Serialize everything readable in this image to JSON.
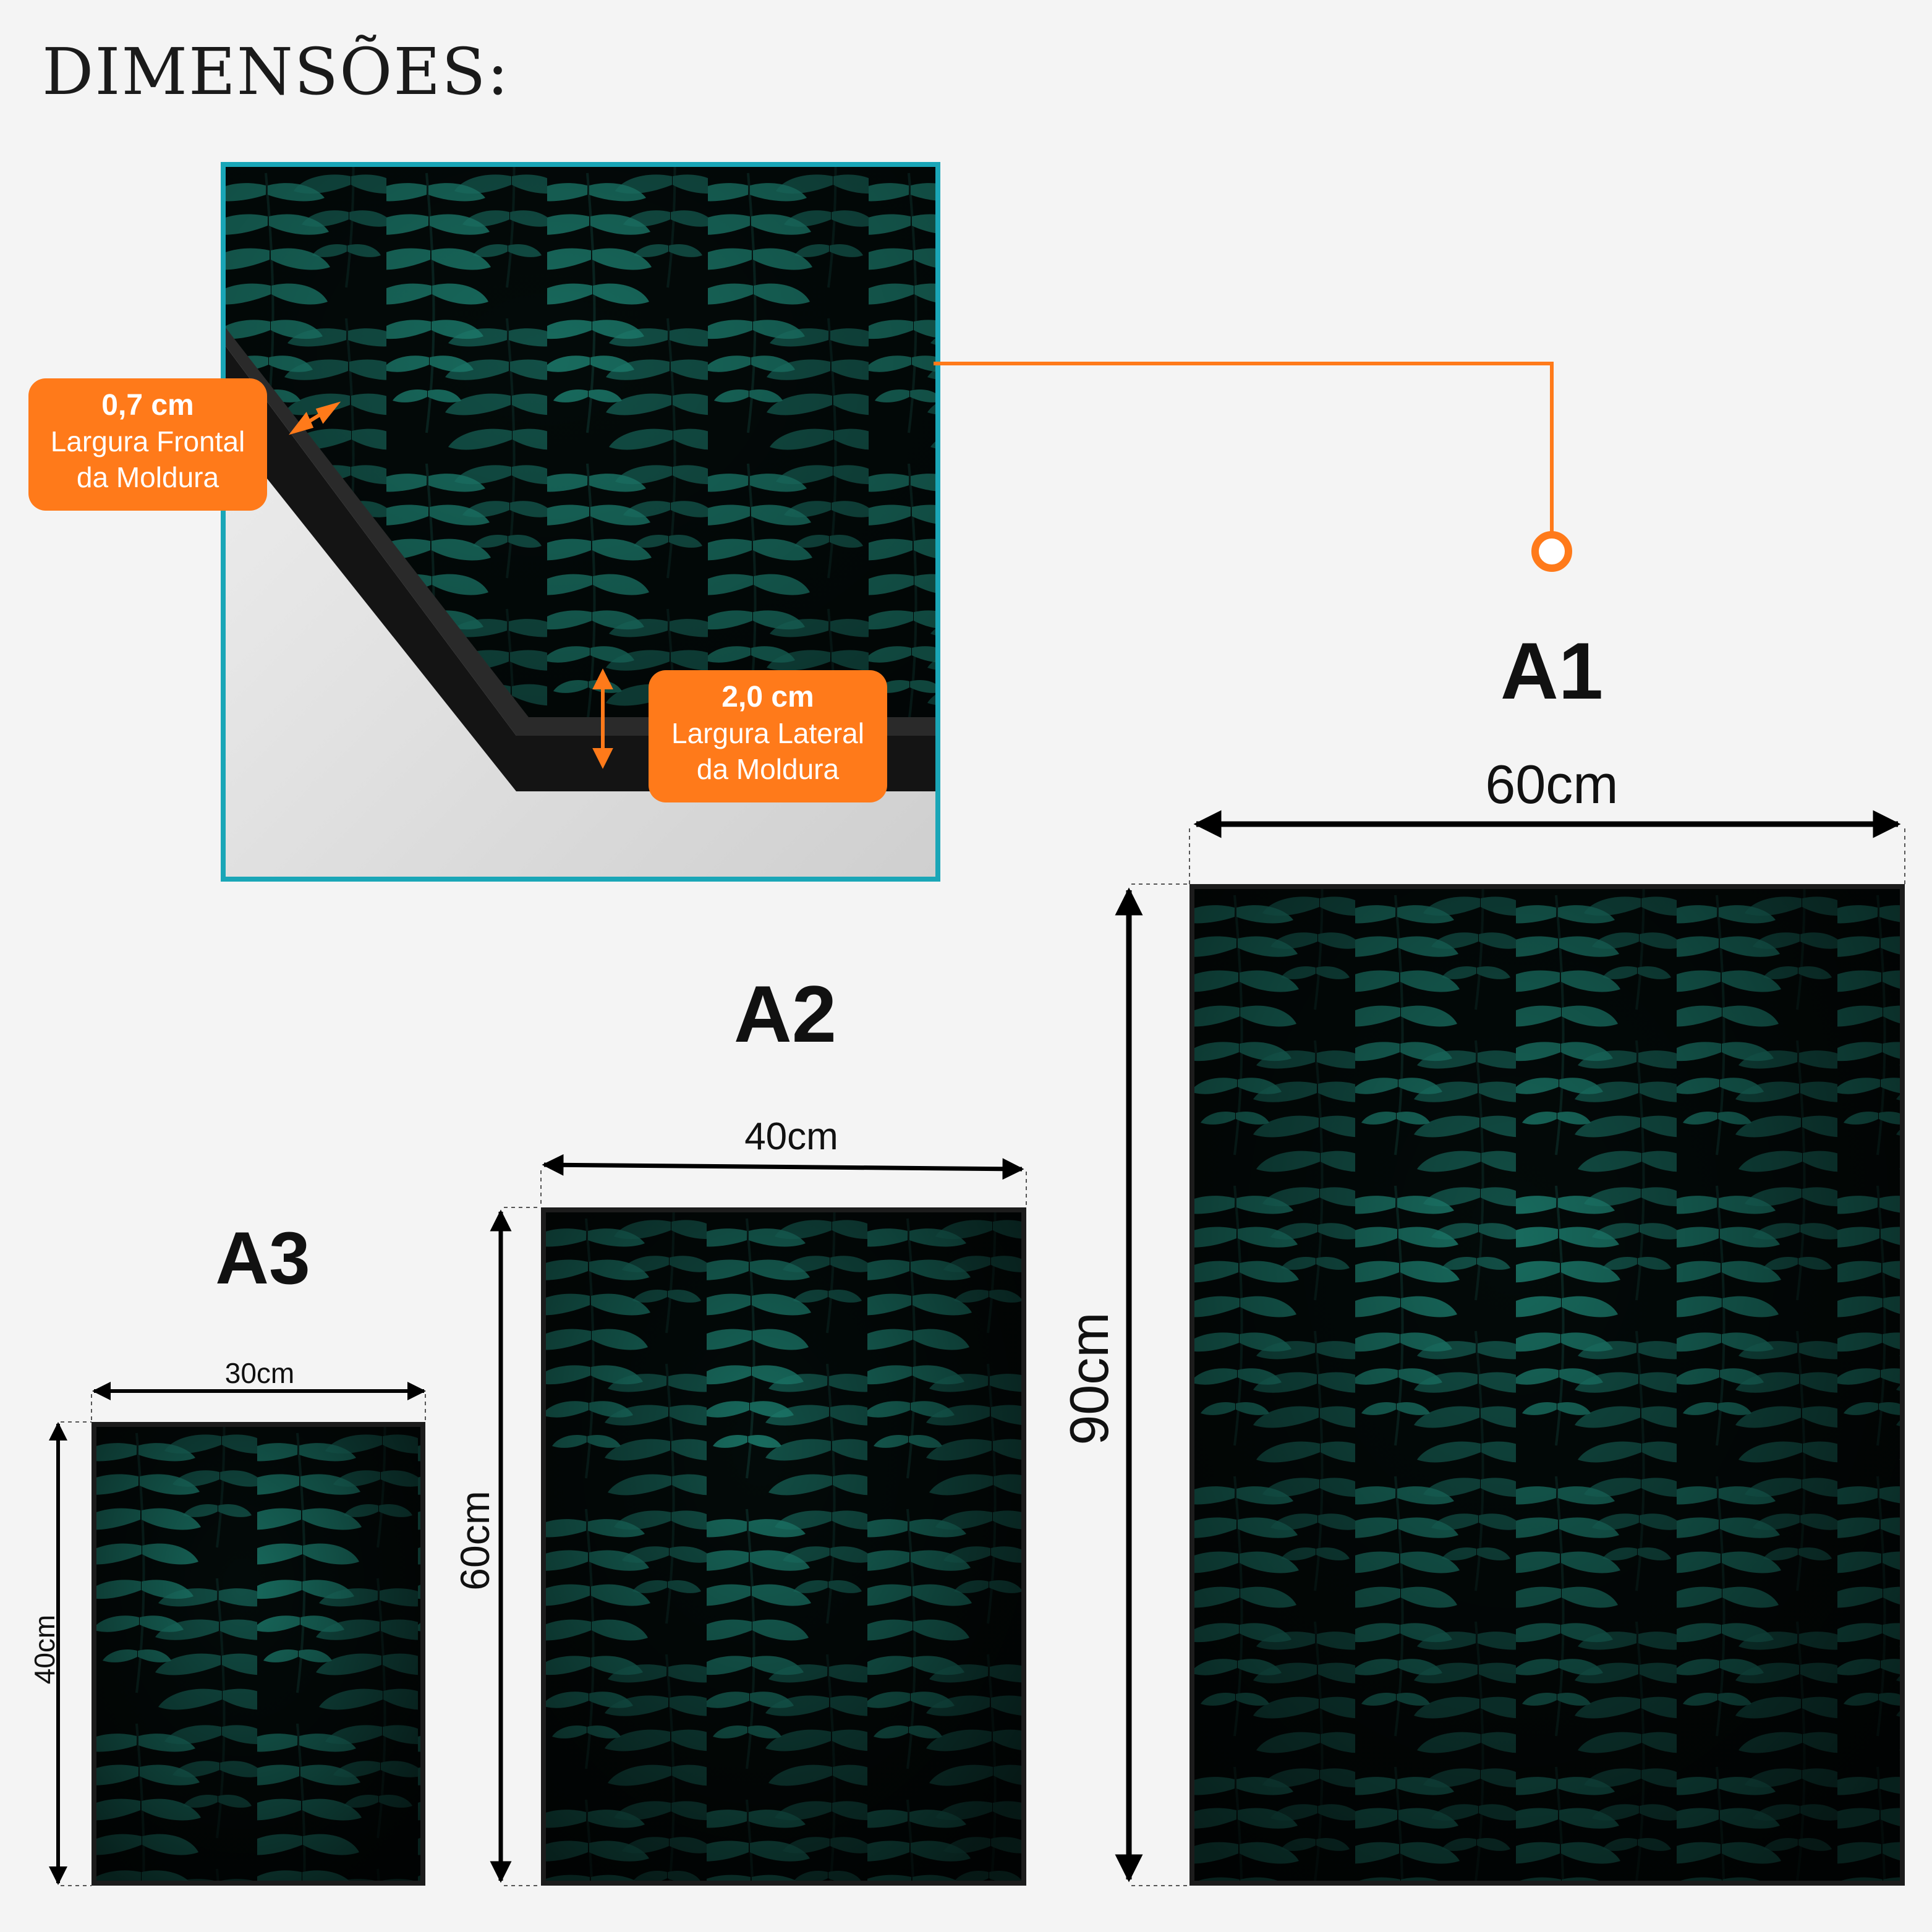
{
  "title": "DIMENSÕES:",
  "colors": {
    "accent_orange": "#ff7a1a",
    "detail_border": "#1aa6b7",
    "fern_green": "#1f8a78",
    "background": "#f4f4f4"
  },
  "detail": {
    "front_badge": {
      "value": "0,7 cm",
      "line1": "Largura Frontal",
      "line2": "da Moldura"
    },
    "side_badge": {
      "value": "2,0 cm",
      "line1": "Largura Lateral",
      "line2": "da Moldura"
    }
  },
  "sizes": {
    "a1": {
      "name": "A1",
      "width": "60cm",
      "height": "90cm"
    },
    "a2": {
      "name": "A2",
      "width": "40cm",
      "height": "60cm"
    },
    "a3": {
      "name": "A3",
      "width": "30cm",
      "height": "40cm"
    }
  }
}
